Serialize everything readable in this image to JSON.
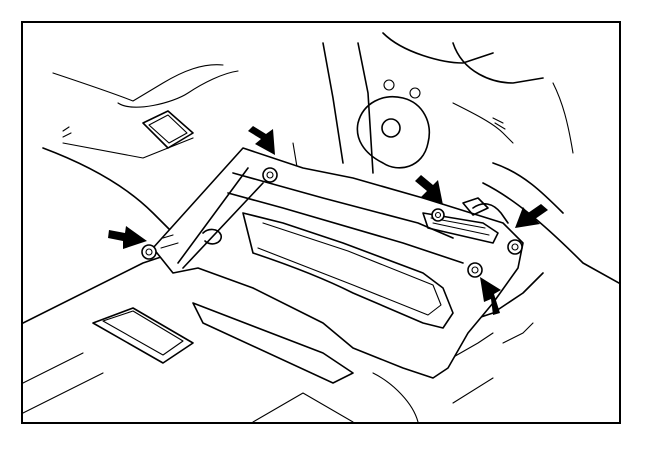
{
  "figure": {
    "border_color": "#000000",
    "background_color": "#ffffff",
    "line_color": "#000000"
  },
  "callouts": [
    {
      "icon": "arrow-icon",
      "target": "bolt"
    },
    {
      "icon": "arrow-icon",
      "target": "bolt"
    },
    {
      "icon": "arrow-icon",
      "target": "bolt"
    },
    {
      "icon": "arrow-icon",
      "target": "bolt"
    },
    {
      "icon": "arrow-icon",
      "target": "bolt"
    }
  ]
}
